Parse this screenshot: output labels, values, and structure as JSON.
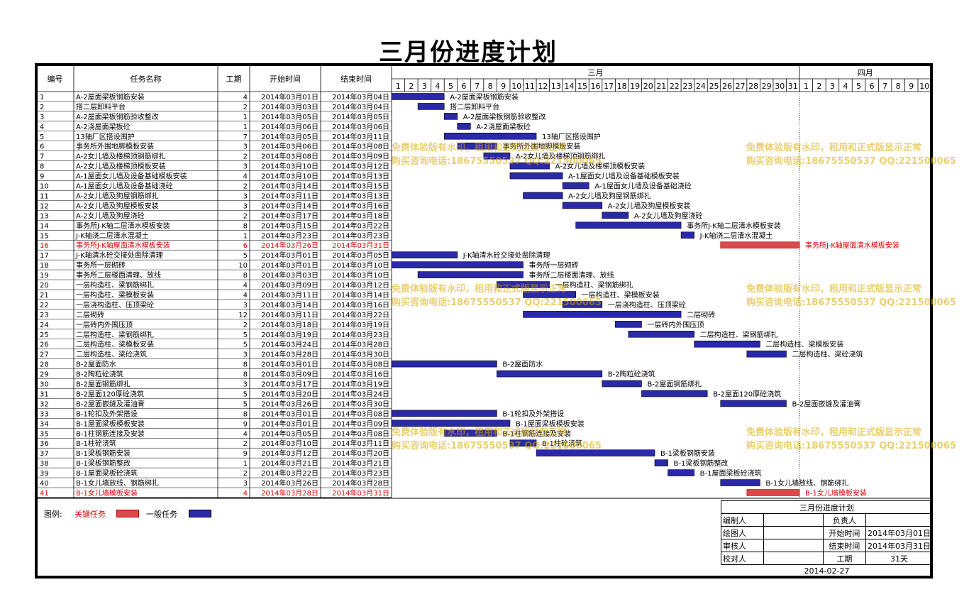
{
  "title": "三月份进度计划",
  "colors": {
    "critical": "#d94b4b",
    "normal": "#2a2aa8",
    "critical_text": "#e00000"
  },
  "table_headers": {
    "id": "编号",
    "name": "任务名称",
    "duration": "工期",
    "start": "开始时间",
    "end": "结束时间"
  },
  "months": [
    {
      "label": "三月",
      "days": [
        "1",
        "2",
        "3",
        "4",
        "5",
        "6",
        "7",
        "8",
        "9",
        "10",
        "11",
        "12",
        "13",
        "14",
        "15",
        "16",
        "17",
        "18",
        "19",
        "20",
        "21",
        "22",
        "23",
        "24",
        "25",
        "26",
        "27",
        "28",
        "29",
        "30",
        "31"
      ]
    },
    {
      "label": "四月",
      "days": [
        "1",
        "2",
        "3",
        "4",
        "5",
        "6",
        "7",
        "8",
        "9",
        "10"
      ]
    }
  ],
  "chart_data": {
    "type": "gantt",
    "title": "三月份进度计划",
    "x_unit": "date",
    "x_range": [
      "2014-03-01",
      "2014-04-10"
    ],
    "tasks": [
      {
        "id": "1",
        "name": "A-2屋面梁板钢筋安装",
        "duration": "4",
        "start": "2014年03月01日",
        "end": "2014年03月04日",
        "s": "2014-03-01",
        "e": "2014-03-04",
        "critical": false
      },
      {
        "id": "2",
        "name": "搭二层卸料平台",
        "duration": "2",
        "start": "2014年03月03日",
        "end": "2014年03月04日",
        "s": "2014-03-03",
        "e": "2014-03-04",
        "critical": false
      },
      {
        "id": "3",
        "name": "A-2屋面梁板钢筋验收整改",
        "duration": "1",
        "start": "2014年03月05日",
        "end": "2014年03月05日",
        "s": "2014-03-05",
        "e": "2014-03-05",
        "critical": false
      },
      {
        "id": "4",
        "name": "A-2浇屋面梁板砼",
        "duration": "1",
        "start": "2014年03月06日",
        "end": "2014年03月06日",
        "s": "2014-03-06",
        "e": "2014-03-06",
        "critical": false
      },
      {
        "id": "5",
        "name": "13轴厂区搭设围护",
        "duration": "7",
        "start": "2014年03月05日",
        "end": "2014年03月11日",
        "s": "2014-03-05",
        "e": "2014-03-11",
        "critical": false
      },
      {
        "id": "6",
        "name": "事务所外围地脚模板安装",
        "duration": "3",
        "start": "2014年03月06日",
        "end": "2014年03月08日",
        "s": "2014-03-06",
        "e": "2014-03-08",
        "critical": false
      },
      {
        "id": "7",
        "name": "A-2女儿墙及楼梯顶钢筋绑扎",
        "duration": "2",
        "start": "2014年03月08日",
        "end": "2014年03月09日",
        "s": "2014-03-08",
        "e": "2014-03-09",
        "critical": false
      },
      {
        "id": "8",
        "name": "A-2女儿墙及楼梯顶模板安装",
        "duration": "3",
        "start": "2014年03月10日",
        "end": "2014年03月12日",
        "s": "2014-03-10",
        "e": "2014-03-12",
        "critical": false
      },
      {
        "id": "9",
        "name": "A-1屋面女儿墙及设备基础模板安装",
        "duration": "4",
        "start": "2014年03月10日",
        "end": "2014年03月13日",
        "s": "2014-03-10",
        "e": "2014-03-13",
        "critical": false
      },
      {
        "id": "10",
        "name": "A-1屋面女儿墙及设备基础浇砼",
        "duration": "2",
        "start": "2014年03月14日",
        "end": "2014年03月15日",
        "s": "2014-03-14",
        "e": "2014-03-15",
        "critical": false
      },
      {
        "id": "11",
        "name": "A-2女儿墙及狗屋钢筋绑扎",
        "duration": "3",
        "start": "2014年03月11日",
        "end": "2014年03月13日",
        "s": "2014-03-11",
        "e": "2014-03-13",
        "critical": false
      },
      {
        "id": "12",
        "name": "A-2女儿墙及狗屋模板安装",
        "duration": "3",
        "start": "2014年03月14日",
        "end": "2014年03月16日",
        "s": "2014-03-14",
        "e": "2014-03-16",
        "critical": false
      },
      {
        "id": "13",
        "name": "A-2女儿墙及狗屋浇砼",
        "duration": "2",
        "start": "2014年03月17日",
        "end": "2014年03月18日",
        "s": "2014-03-17",
        "e": "2014-03-18",
        "critical": false
      },
      {
        "id": "14",
        "name": "事务所J-K轴二层清水模板安装",
        "duration": "8",
        "start": "2014年03月15日",
        "end": "2014年03月22日",
        "s": "2014-03-15",
        "e": "2014-03-22",
        "critical": false
      },
      {
        "id": "15",
        "name": "J-K轴浇二层清水混凝土",
        "duration": "1",
        "start": "2014年03月23日",
        "end": "2014年03月23日",
        "s": "2014-03-23",
        "e": "2014-03-23",
        "critical": false
      },
      {
        "id": "16",
        "name": "事务所J-K轴屋面清水模板安装",
        "duration": "6",
        "start": "2014年03月26日",
        "end": "2014年03月31日",
        "s": "2014-03-26",
        "e": "2014-03-31",
        "critical": true
      },
      {
        "id": "17",
        "name": "J-K轴清水砼交接处凿除清理",
        "duration": "5",
        "start": "2014年03月01日",
        "end": "2014年03月05日",
        "s": "2014-03-01",
        "e": "2014-03-05",
        "critical": false
      },
      {
        "id": "18",
        "name": "事务所一层砌砖",
        "duration": "10",
        "start": "2014年03月01日",
        "end": "2014年03月10日",
        "s": "2014-03-01",
        "e": "2014-03-10",
        "critical": false
      },
      {
        "id": "19",
        "name": "事务所二层楼面清理、放线",
        "duration": "8",
        "start": "2014年03月03日",
        "end": "2014年03月10日",
        "s": "2014-03-03",
        "e": "2014-03-10",
        "critical": false
      },
      {
        "id": "20",
        "name": "一层构造柱、梁钢筋绑扎",
        "duration": "4",
        "start": "2014年03月09日",
        "end": "2014年03月12日",
        "s": "2014-03-09",
        "e": "2014-03-12",
        "critical": false
      },
      {
        "id": "21",
        "name": "一层构造柱、梁模板安装",
        "duration": "4",
        "start": "2014年03月11日",
        "end": "2014年03月14日",
        "s": "2014-03-11",
        "e": "2014-03-14",
        "critical": false
      },
      {
        "id": "22",
        "name": "一层浇构造柱、压顶梁砼",
        "duration": "3",
        "start": "2014年03月14日",
        "end": "2014年03月16日",
        "s": "2014-03-14",
        "e": "2014-03-16",
        "critical": false
      },
      {
        "id": "23",
        "name": "二层砌砖",
        "duration": "12",
        "start": "2014年03月11日",
        "end": "2014年03月22日",
        "s": "2014-03-11",
        "e": "2014-03-22",
        "critical": false
      },
      {
        "id": "24",
        "name": "一层砖内外围压顶",
        "duration": "2",
        "start": "2014年03月18日",
        "end": "2014年03月19日",
        "s": "2014-03-18",
        "e": "2014-03-19",
        "critical": false
      },
      {
        "id": "25",
        "name": "二层构造柱、梁钢筋绑扎",
        "duration": "5",
        "start": "2014年03月19日",
        "end": "2014年03月23日",
        "s": "2014-03-19",
        "e": "2014-03-23",
        "critical": false
      },
      {
        "id": "26",
        "name": "二层构造柱、梁模板安装",
        "duration": "5",
        "start": "2014年03月24日",
        "end": "2014年03月28日",
        "s": "2014-03-24",
        "e": "2014-03-28",
        "critical": false
      },
      {
        "id": "27",
        "name": "二层构造柱、梁砼浇筑",
        "duration": "3",
        "start": "2014年03月28日",
        "end": "2014年03月30日",
        "s": "2014-03-28",
        "e": "2014-03-30",
        "critical": false
      },
      {
        "id": "28",
        "name": "B-2屋面防水",
        "duration": "8",
        "start": "2014年03月01日",
        "end": "2014年03月08日",
        "s": "2014-03-01",
        "e": "2014-03-08",
        "critical": false
      },
      {
        "id": "29",
        "name": "B-2陶粒砼浇筑",
        "duration": "8",
        "start": "2014年03月09日",
        "end": "2014年03月16日",
        "s": "2014-03-09",
        "e": "2014-03-16",
        "critical": false
      },
      {
        "id": "30",
        "name": "B-2屋面钢筋绑扎",
        "duration": "3",
        "start": "2014年03月17日",
        "end": "2014年03月19日",
        "s": "2014-03-17",
        "e": "2014-03-19",
        "critical": false
      },
      {
        "id": "31",
        "name": "B-2屋面120厚砼浇筑",
        "duration": "5",
        "start": "2014年03月20日",
        "end": "2014年03月24日",
        "s": "2014-03-20",
        "e": "2014-03-24",
        "critical": false
      },
      {
        "id": "32",
        "name": "B-2屋面嵌缝及灌油膏",
        "duration": "5",
        "start": "2014年03月26日",
        "end": "2014年03月30日",
        "s": "2014-03-26",
        "e": "2014-03-30",
        "critical": false
      },
      {
        "id": "33",
        "name": "B-1轮扣及外架搭设",
        "duration": "8",
        "start": "2014年03月01日",
        "end": "2014年03月08日",
        "s": "2014-03-01",
        "e": "2014-03-08",
        "critical": false
      },
      {
        "id": "34",
        "name": "B-1屋面梁板模板安装",
        "duration": "9",
        "start": "2014年03月01日",
        "end": "2014年03月09日",
        "s": "2014-03-01",
        "e": "2014-03-09",
        "critical": false
      },
      {
        "id": "35",
        "name": "B-1柱钢筋连接及安装",
        "duration": "4",
        "start": "2014年03月05日",
        "end": "2014年03月08日",
        "s": "2014-03-05",
        "e": "2014-03-08",
        "critical": false
      },
      {
        "id": "36",
        "name": "B-1柱砼浇筑",
        "duration": "2",
        "start": "2014年03月10日",
        "end": "2014年03月11日",
        "s": "2014-03-10",
        "e": "2014-03-11",
        "critical": false
      },
      {
        "id": "37",
        "name": "B-1梁板钢筋安装",
        "duration": "9",
        "start": "2014年03月12日",
        "end": "2014年03月20日",
        "s": "2014-03-12",
        "e": "2014-03-20",
        "critical": false
      },
      {
        "id": "38",
        "name": "B-1梁板钢筋整改",
        "duration": "1",
        "start": "2014年03月21日",
        "end": "2014年03月21日",
        "s": "2014-03-21",
        "e": "2014-03-21",
        "critical": false
      },
      {
        "id": "39",
        "name": "B-1屋面梁板砼浇筑",
        "duration": "2",
        "start": "2014年03月22日",
        "end": "2014年03月23日",
        "s": "2014-03-22",
        "e": "2014-03-23",
        "critical": false
      },
      {
        "id": "40",
        "name": "B-1女儿墙放线、钢筋绑扎",
        "duration": "3",
        "start": "2014年03月26日",
        "end": "2014年03月28日",
        "s": "2014-03-26",
        "e": "2014-03-28",
        "critical": false
      },
      {
        "id": "41",
        "name": "B-1女儿墙模板安装",
        "duration": "4",
        "start": "2014年03月28日",
        "end": "2014年03月31日",
        "s": "2014-03-28",
        "e": "2014-03-31",
        "critical": true
      }
    ]
  },
  "legend": {
    "label": "图例:",
    "critical": "关键任务",
    "normal": "一般任务"
  },
  "info_block": {
    "title": "三月份进度计划",
    "preparer": "编制人",
    "responsible": "负责人",
    "drawer": "绘图人",
    "start_label": "开始时间",
    "start_value": "2014年03月01日",
    "reviewer": "审核人",
    "end_label": "结束时间",
    "end_value": "2014年03月31日",
    "checker": "校对人",
    "duration_label": "工期",
    "duration_value": "31天",
    "date": "2014-02-27"
  },
  "watermark": {
    "line1": "免费体验版有水印，租用和正式版显示正常",
    "line2": "购买咨询电话:18675550537 QQ:221500065"
  }
}
